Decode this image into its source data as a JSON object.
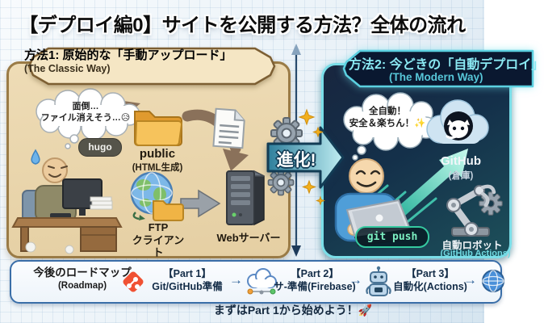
{
  "title": "【デプロイ編0】サイトを公開する方法？全体の流れ",
  "classic": {
    "header_line1": "方法1: 原始的な「手動アップロード」",
    "header_line2": "(The Classic Way)",
    "thought_line1": "面倒…",
    "thought_line2": "ファイル消えそう…😥",
    "hugo_badge": "hugo",
    "folder_label": "public",
    "folder_sublabel": "(HTML生成)",
    "ftp_line1": "FTP",
    "ftp_line2": "クライアント",
    "server_label": "Webサーバー"
  },
  "center": {
    "evolution_label": "進化!"
  },
  "modern": {
    "header_line1": "方法2: 今どきの「自動デプロイ」",
    "header_line2": "(The Modern Way)",
    "thought_line1": "全自動！",
    "thought_line2": "安全＆楽ちん！✨",
    "github_label": "GitHub",
    "github_sublabel": "(倉庫)",
    "git_push_badge": "git push",
    "robot_label": "自動ロボット",
    "robot_sublabel": "(GitHub Actions)"
  },
  "roadmap": {
    "title_line1": "今後のロードマップ",
    "title_line2": "(Roadmap)",
    "arrow": "→",
    "steps": [
      {
        "line1": "【Part 1】",
        "line2": "Git/GitHub準備"
      },
      {
        "line1": "【Part 2】",
        "line2": "サ-準備(Firebase)"
      },
      {
        "line1": "【Part 3】",
        "line2": "自動化(Actions)"
      }
    ]
  },
  "footer": "まずはPart 1から始めよう！🚀",
  "icons": {
    "gear-icon": "svg-gear",
    "sparkle-icon": "svg-4point-star",
    "folder-icon": "svg-folder",
    "document-icon": "svg-document",
    "globe-icon": "svg-globe",
    "server-icon": "svg-server-tower",
    "github-octocat-icon": "svg-octocat-cloud",
    "robot-arm-icon": "svg-robot-arm",
    "git-icon": "svg-git-diamond",
    "cloud-icon": "svg-cloud-nodes",
    "robot-icon": "svg-robot",
    "up-down-arrow-icon": "svg-vertical-double-arrow",
    "curved-arrow-icon": "svg-curved-arrow"
  },
  "colors": {
    "classic_panel_bg": "#e9d5ad",
    "classic_panel_border": "#9a7b46",
    "classic_header_bg": "#f5e6c4",
    "modern_panel_border": "#7adee8",
    "modern_header_text": "#8ae8f2",
    "evolution_arrow_fill": "#2f7f9c",
    "git_push_accent": "#35c9a0",
    "roadmap_border": "#3a6ea8",
    "sparkle_accent": "#f2b01e"
  }
}
